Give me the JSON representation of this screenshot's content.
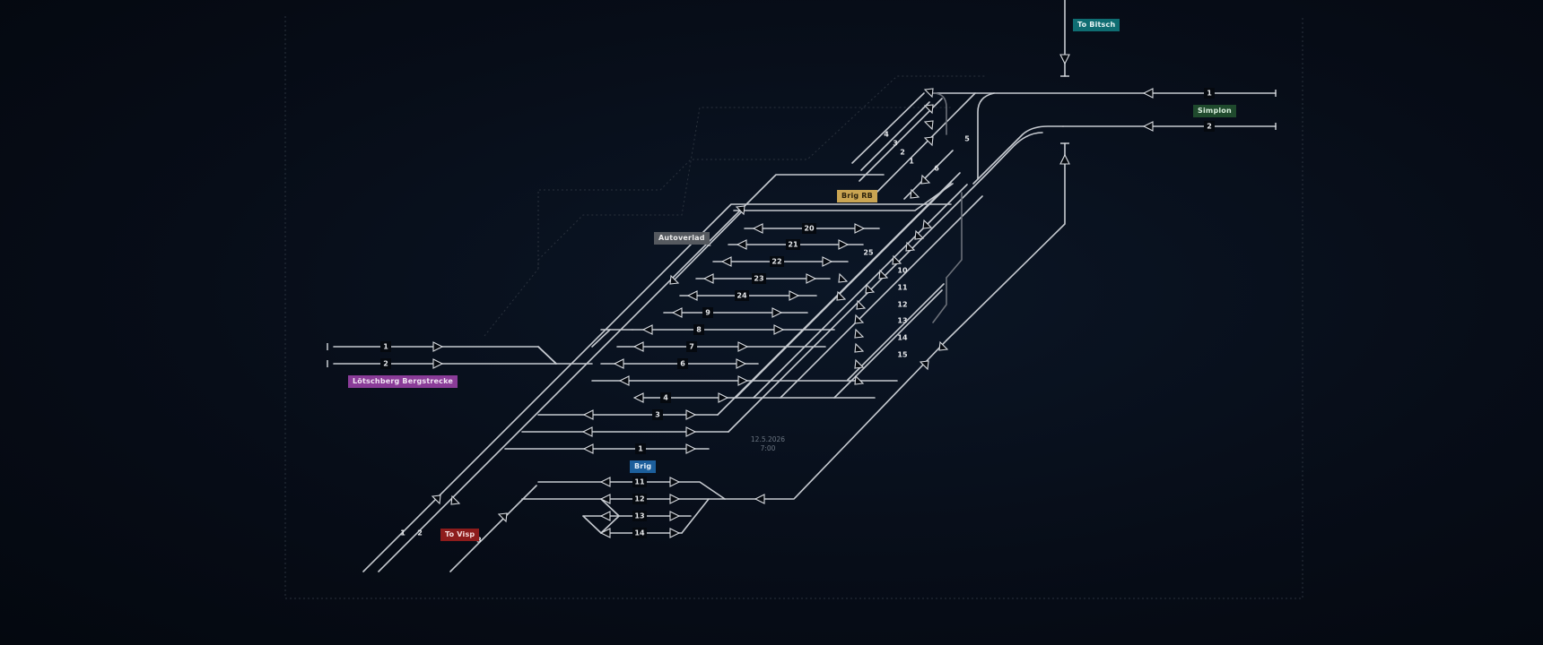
{
  "labels": {
    "to_brig_top": "To Bitsch",
    "simplon": "Simplon",
    "brig_rb": "Brig RB",
    "autoverlad": "Autoverlad",
    "loetschberg": "Lötschberg Bergstrecke",
    "brig": "Brig",
    "to_visp": "To Visp"
  },
  "colors": {
    "to_brig_top": "#0f6d72",
    "simplon": "#1f4a2d",
    "brig_rb": "#c9a452",
    "autoverlad": "#55595f",
    "loetschberg": "#8a3c98",
    "brig": "#1c5f9c",
    "to_visp": "#8d1c1c"
  },
  "datetime": {
    "date": "12.5.2026",
    "time": "7:00"
  },
  "track_numbers": {
    "simplon_top": "1",
    "simplon_bottom": "2",
    "rb_4": "4",
    "rb_3": "3",
    "rb_2": "2",
    "rb_1": "1",
    "rb_6": "6",
    "rb_5": "5",
    "av_1": "1",
    "t20": "20",
    "t21": "21",
    "t22": "22",
    "t23": "23",
    "t24": "24",
    "t9": "9",
    "t8": "8",
    "t7": "7",
    "t6": "6",
    "t4": "4",
    "t3": "3",
    "t1": "1",
    "t25": "25",
    "d10": "10",
    "d11": "11",
    "d12": "12",
    "d13": "13",
    "d14": "14",
    "d15": "15",
    "lb_1": "1",
    "lb_2": "2",
    "b11": "11",
    "b12": "12",
    "b13": "13",
    "b14": "14",
    "v1": "1",
    "v2": "2",
    "v3": "3"
  }
}
